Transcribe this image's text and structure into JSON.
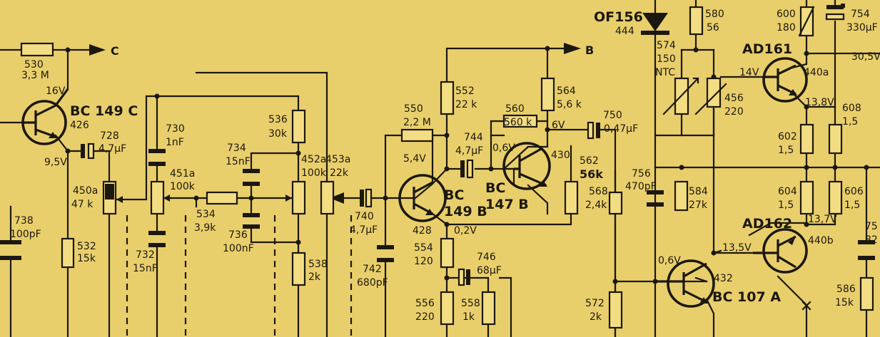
{
  "schematic": {
    "background": "#e9cf6c",
    "ink": "#1c1810",
    "outputs": {
      "c": "C",
      "b": "B"
    },
    "voltages": {
      "v16": "16V",
      "v95": "9,5V",
      "v54": "5,4V",
      "v06a": "0,6V",
      "v6": "6V",
      "v02": "0,2V",
      "v14": "14V",
      "v138": "13,8V",
      "v305": "30,5V",
      "v137": "13,7V",
      "v135": "13,5V",
      "v06b": "0,6V"
    },
    "transistors": [
      {
        "id": "426",
        "type": "BC 149 C",
        "type_a": "BC 149 C"
      },
      {
        "id": "428",
        "type_a": "BC",
        "type_b": "149 B"
      },
      {
        "id": "430",
        "type_a": "BC",
        "type_b": "147 B"
      },
      {
        "id": "440a",
        "type": "AD161"
      },
      {
        "id": "440b",
        "type": "AD162"
      },
      {
        "id": "432",
        "type": "BC 107 A"
      }
    ],
    "diode": {
      "type": "OF156",
      "id": "444"
    },
    "resistors": {
      "r530": {
        "id": "530",
        "value": "3,3 M"
      },
      "r532": {
        "id": "532",
        "value": "15k"
      },
      "r536": {
        "id": "536",
        "value": "30k"
      },
      "r538": {
        "id": "538",
        "value": "2k"
      },
      "r534": {
        "id": "534",
        "value": "3,9k"
      },
      "r550": {
        "id": "550",
        "value": "2,2 M"
      },
      "r552": {
        "id": "552",
        "value": "22 k"
      },
      "r554": {
        "id": "554",
        "value": "120"
      },
      "r556": {
        "id": "556",
        "value": "220"
      },
      "r558": {
        "id": "558",
        "value": "1k"
      },
      "r560": {
        "id": "560",
        "value": "560 k"
      },
      "r564": {
        "id": "564",
        "value": "5,6 k"
      },
      "r562": {
        "id": "562",
        "value": "56k"
      },
      "r568": {
        "id": "568",
        "value": "2,4k"
      },
      "r572": {
        "id": "572",
        "value": "2k"
      },
      "r580": {
        "id": "580",
        "value": "56"
      },
      "r574": {
        "id": "574",
        "value": "150",
        "note": "NTC"
      },
      "r456": {
        "id": "456",
        "value": "220"
      },
      "r584": {
        "id": "584",
        "value": "27k"
      },
      "r600": {
        "id": "600",
        "value": "180"
      },
      "r602": {
        "id": "602",
        "value": "1,5"
      },
      "r604": {
        "id": "604",
        "value": "1,5"
      },
      "r606": {
        "id": "606",
        "value": "1,5"
      },
      "r608": {
        "id": "608",
        "value": "1,5"
      },
      "r586": {
        "id": "586",
        "value": "15k"
      }
    },
    "potentiometers": {
      "p450a": {
        "id": "450a",
        "value": "47 k"
      },
      "p451a": {
        "id": "451a",
        "value": "100k"
      },
      "p452a": {
        "id": "452a",
        "value": "100k"
      },
      "p453a": {
        "id": "453a",
        "value": "22k"
      }
    },
    "capacitors": {
      "c728": {
        "id": "728",
        "value": "4,7µF"
      },
      "c730": {
        "id": "730",
        "value": "1nF"
      },
      "c732": {
        "id": "732",
        "value": "15nF"
      },
      "c734": {
        "id": "734",
        "value": "15nF"
      },
      "c736": {
        "id": "736",
        "value": "100nF"
      },
      "c738": {
        "id": "738",
        "value": "100pF"
      },
      "c740": {
        "id": "740",
        "value": "4,7µF"
      },
      "c742": {
        "id": "742",
        "value": "680pF"
      },
      "c744": {
        "id": "744",
        "value": "4,7µF"
      },
      "c746": {
        "id": "746",
        "value": "68µF"
      },
      "c750": {
        "id": "750",
        "value": "0,47µF"
      },
      "c754": {
        "id": "754",
        "value": "330µF"
      },
      "c756": {
        "id": "756",
        "value": "470pF"
      },
      "c75x": {
        "id": "75",
        "value": "82"
      }
    }
  }
}
